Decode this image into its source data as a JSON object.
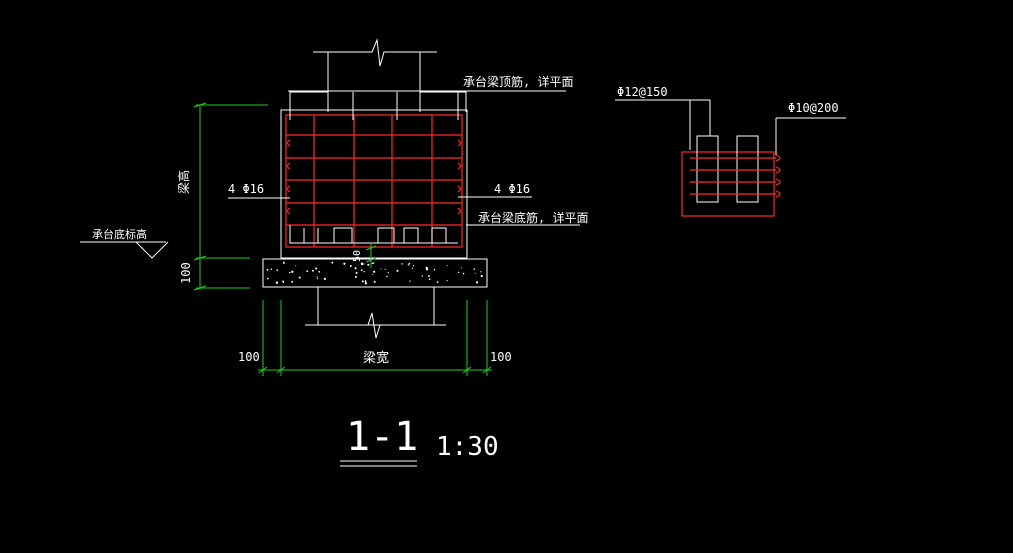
{
  "colors": {
    "background": "#000000",
    "linework": "#ffffff",
    "rebar": "#ff2a2a",
    "dimension": "#22cc22"
  },
  "section": {
    "label_top_rebar": "承台梁顶筋, 详平面",
    "label_bottom_rebar": "承台梁底筋, 详平面",
    "label_side_left": "4 Φ16",
    "label_side_right": "4 Φ16",
    "label_beam_height": "梁高",
    "label_cap_bottom": "承台底标高",
    "dim_cushion": "100",
    "dim_cover": "50",
    "dim_left": "100",
    "dim_right": "100",
    "dim_width": "梁宽"
  },
  "detail": {
    "label_stirrup_a": "Φ12@150",
    "label_stirrup_b": "Φ10@200"
  },
  "title": {
    "name": "1-1",
    "scale": "1:30"
  }
}
